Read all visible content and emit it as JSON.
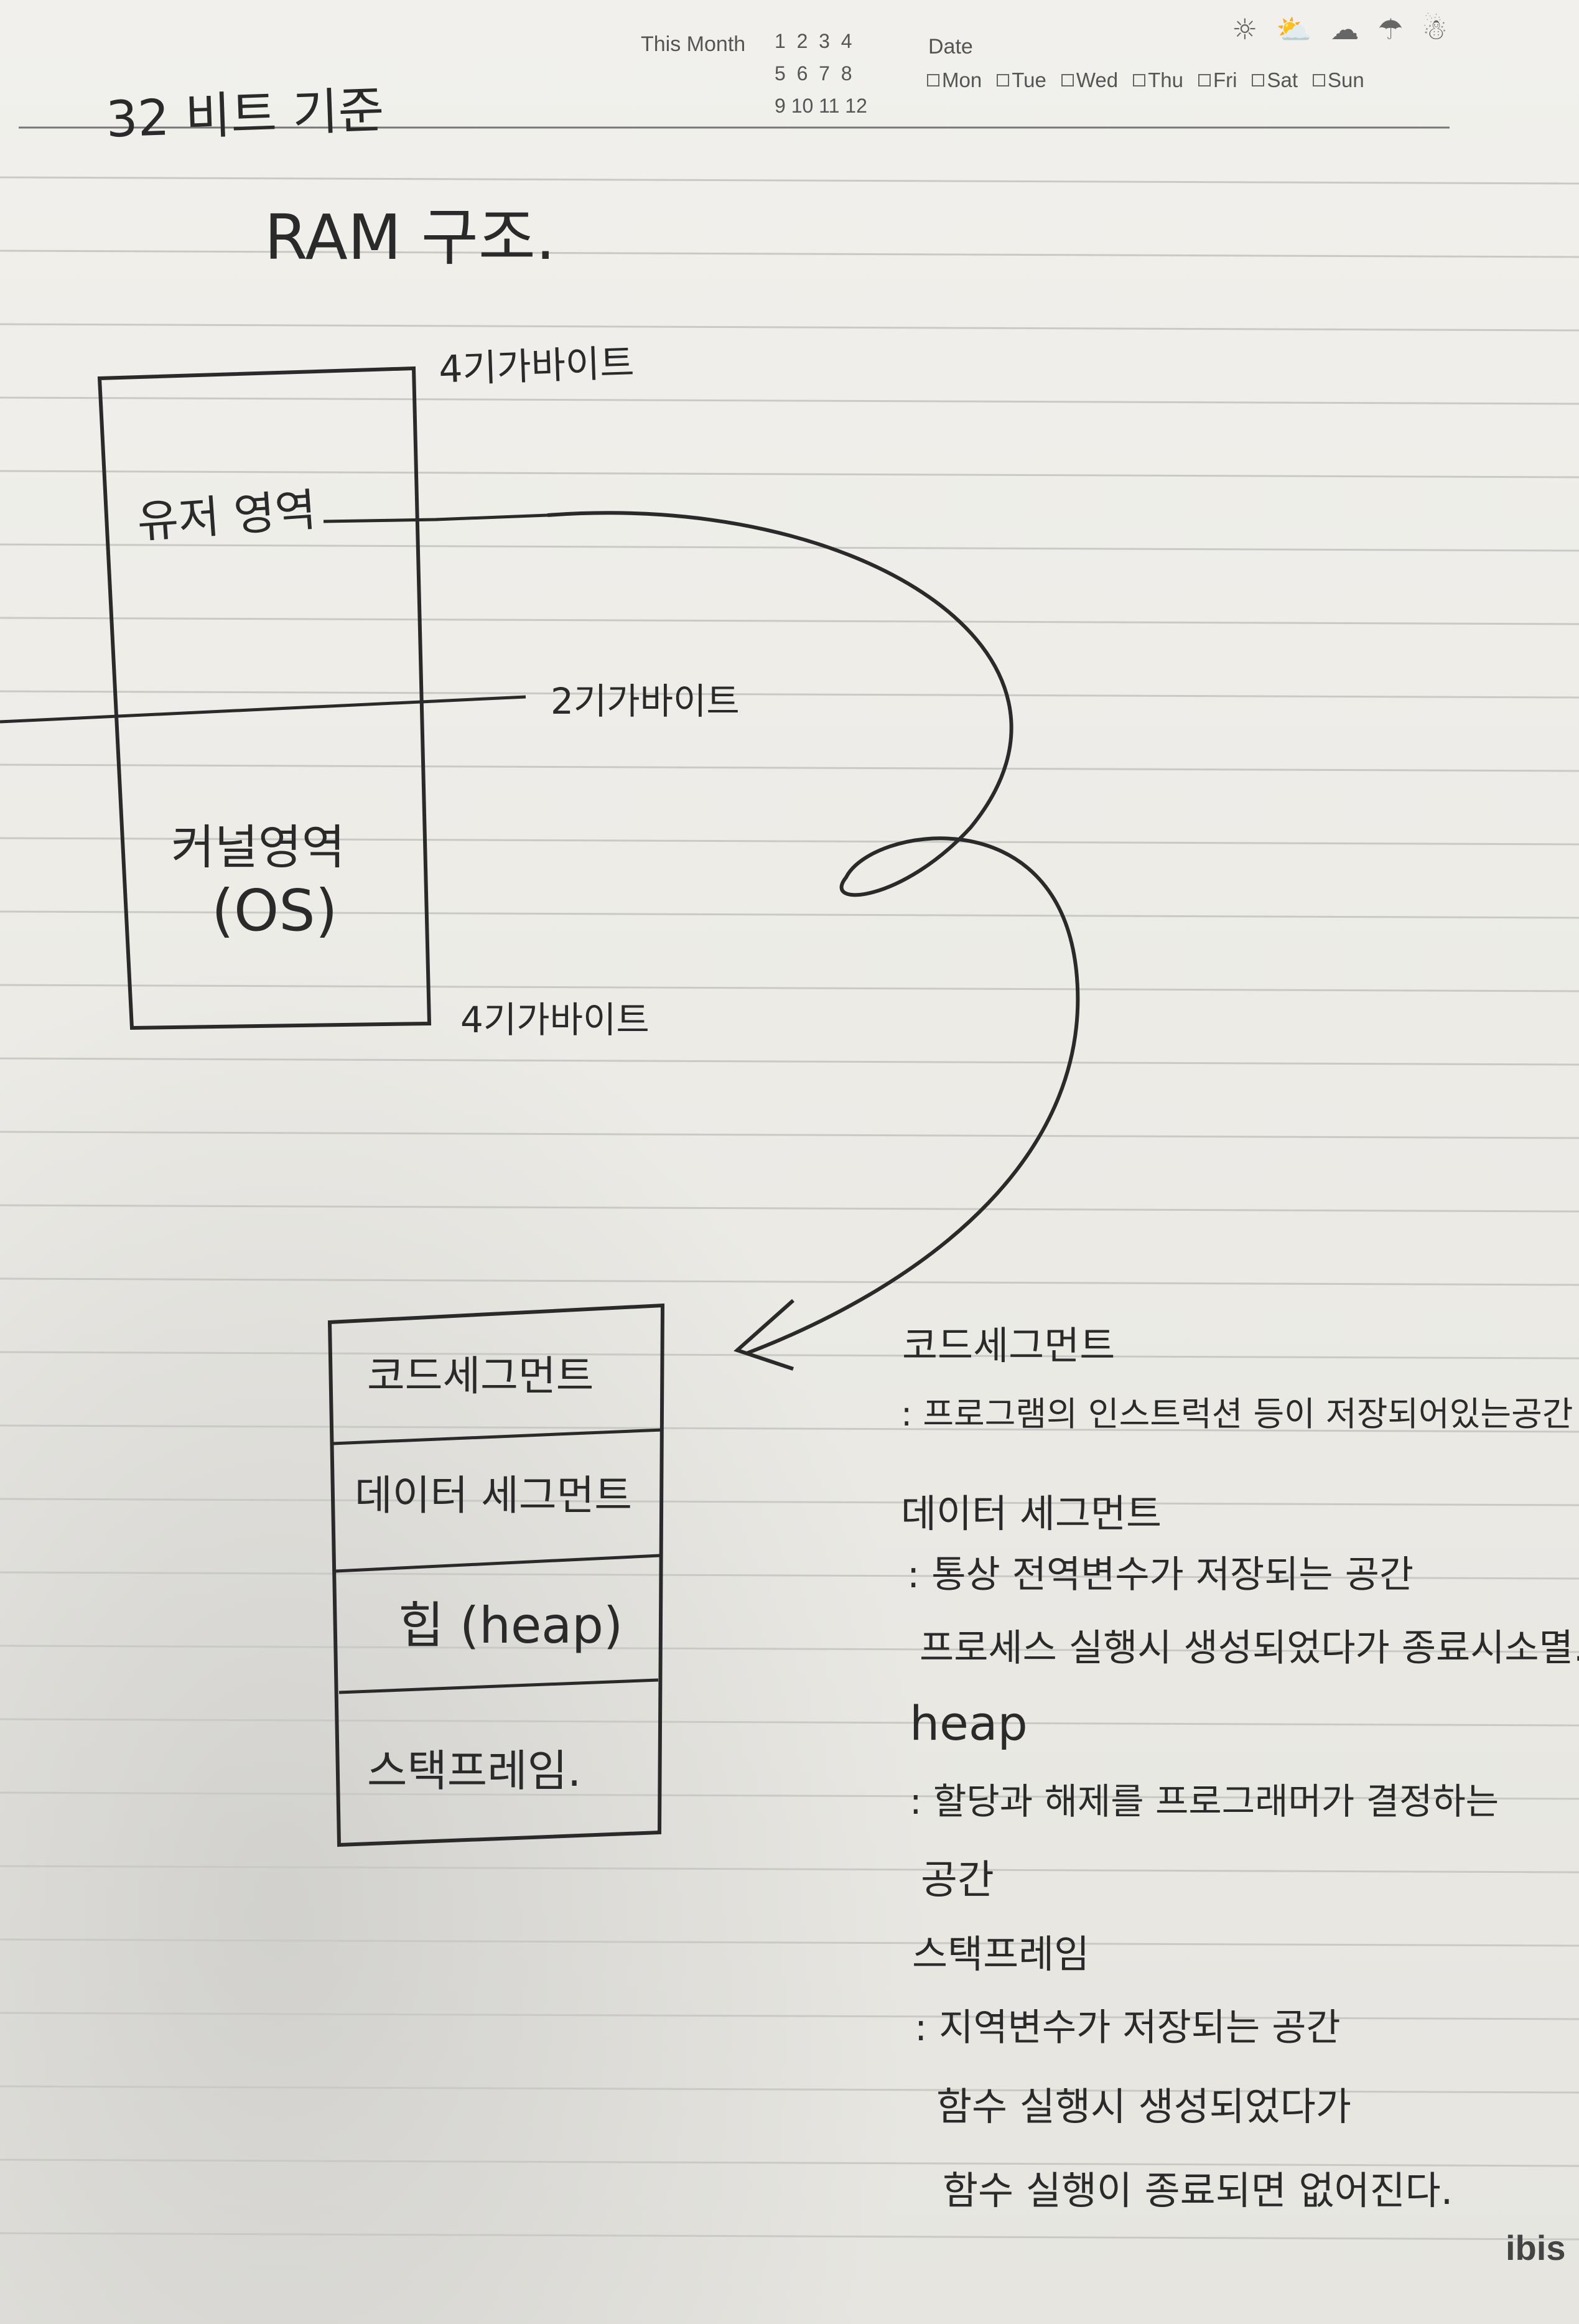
{
  "header": {
    "title": "32 비트 기준",
    "this_month_label": "This Month",
    "month_numbers": [
      "1  2  3  4",
      "5  6  7  8",
      "9 10 11 12"
    ],
    "date_label": "Date",
    "days": [
      "Mon",
      "Tue",
      "Wed",
      "Thu",
      "Fri",
      "Sat",
      "Sun"
    ],
    "weather_icons": [
      "sun-icon",
      "partly-cloudy-icon",
      "cloudy-icon",
      "umbrella-icon",
      "snowman-icon"
    ]
  },
  "ram_diagram": {
    "heading": "RAM 구조.",
    "top_label": "4기가바이트",
    "user_area": "유저 영역",
    "middle_label": "2기가바이트",
    "kernel_area": "커널영역",
    "kernel_sub": "(OS)",
    "bottom_label": "4기가바이트"
  },
  "segments": {
    "code": "코드세그먼트",
    "data": "데이터 세그먼트",
    "heap": "힙 (heap)",
    "stack": "스택프레임."
  },
  "notes": [
    "코드세그먼트",
    ": 프로그램의 인스트럭션 등이 저장되어있는공간",
    "데이터 세그먼트",
    ": 통상 전역변수가  저장되는 공간",
    "프로세스 실행시  생성되었다가 종료시소멸.",
    "heap",
    ": 할당과 해제를 프로그래머가 결정하는",
    "공간",
    "스택프레임",
    ": 지역변수가 저장되는 공간",
    "함수 실행시  생성되었다가",
    "함수 실행이 종료되면 없어진다."
  ],
  "brand": "ibis"
}
